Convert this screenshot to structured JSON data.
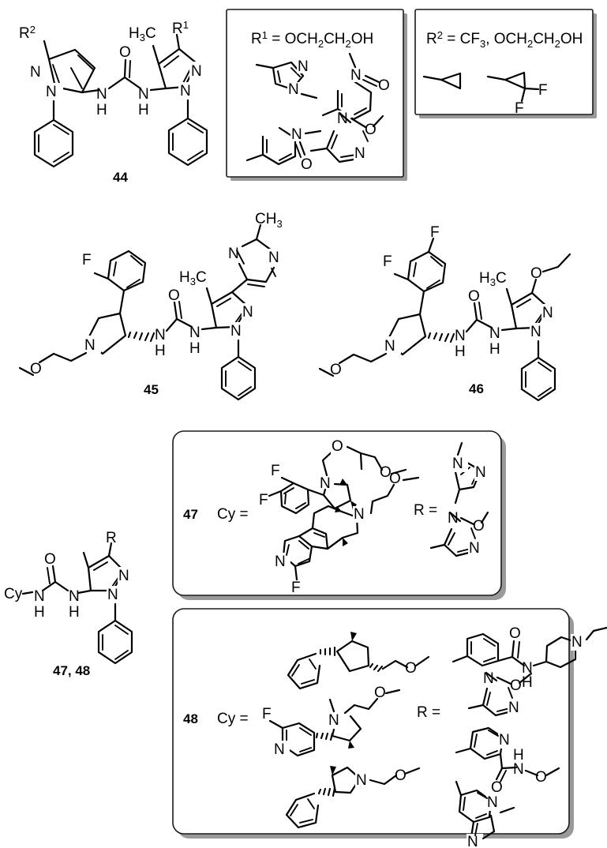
{
  "figure": {
    "type": "chemical-structure-figure",
    "compounds": [
      {
        "id": "44",
        "label": "44",
        "description": "Bis-pyrazolyl urea core with R1 and R2 substituents",
        "atom_labels": [
          "R2",
          "H3C",
          "R1",
          "N",
          "N",
          "N",
          "N",
          "O",
          "N",
          "H",
          "N",
          "H"
        ]
      },
      {
        "id": "45",
        "label": "45",
        "description": "3-fluorophenyl pyrrolidine urea with 2-methylpyrimidinyl pyrazole",
        "atom_labels": [
          "F",
          "N",
          "O",
          "CH3",
          "H3C",
          "N",
          "N",
          "N",
          "N",
          "H",
          "N",
          "H",
          "O"
        ]
      },
      {
        "id": "46",
        "label": "46",
        "description": "3,4-difluorophenyl pyrrolidine urea with 3-ethoxy pyrazole",
        "atom_labels": [
          "F",
          "F",
          "N",
          "O",
          "H3C",
          "O",
          "N",
          "N",
          "N",
          "H",
          "N",
          "H",
          "O"
        ]
      },
      {
        "id": "47_48",
        "label": "47, 48",
        "description": "Cy-urea pyrazole core with R substituent",
        "atom_labels": [
          "R",
          "O",
          "Cy",
          "N",
          "H",
          "N",
          "H",
          "N",
          "N"
        ]
      }
    ],
    "boxes": [
      {
        "id": "box-r1",
        "title_prefix": "R",
        "title_superscript": "1",
        "title_rest": " = OCH",
        "title_formula": "R¹ = OCH2CH2OH",
        "equals_text": " = OCH",
        "sub1": "2",
        "mid": "CH",
        "sub2": "2",
        "tail": "OH",
        "substituents": [
          "1-methylpyrazol-4-yl",
          "1-methyl-2-oxo-pyridin-5-yl",
          "1-methyl-2-oxo-pyridin-4-yl",
          "2-methoxypyrimidin-5-yl"
        ]
      },
      {
        "id": "box-r2",
        "title_formula": "R² = CF3, OCH2CH2OH",
        "prefix": "R",
        "superscript": "2",
        "eq": " = CF",
        "sub_cf3": "3",
        "comma": ", OCH",
        "sub1": "2",
        "mid": "CH",
        "sub2": "2",
        "tail": "OH",
        "substituents": [
          "cyclopropyl",
          "2,2-difluorocyclopropyl"
        ],
        "atom_labels": [
          "F",
          "F"
        ]
      },
      {
        "id": "box-47",
        "number": "47",
        "cy_label": "Cy =",
        "r_label": "R =",
        "cy_substituents": [
          "3,4-difluorophenyl hexahydropyrrolo-oxazine with methoxymethyl",
          "fluoro-isoquinoline-fused pyrrolidine with 2-methoxyethyl"
        ],
        "r_substituents": [
          "1-methylpyrazol-4-yl",
          "2-methoxypyrimidin-5-yl"
        ],
        "atom_labels": [
          "O",
          "N",
          "F",
          "F",
          "O",
          "N",
          "O",
          "F",
          "N",
          "N",
          "N",
          "O",
          "N"
        ]
      },
      {
        "id": "box-48",
        "number": "48",
        "cy_label": "Cy =",
        "r_label": "R =",
        "cy_substituents": [
          "3-methyl-4-phenyl-cyclopentyl methoxymethyl",
          "2-fluoropyridinyl N-methylpyrrolidine with methoxyethyl",
          "3-methyl-4-phenyl-pyrrolidine N-methoxyethyl"
        ],
        "r_substituents": [
          "4-methylbenzamide N-(1-ethylpiperidin-4-yl)",
          "2-methoxypyrimidin-5-yl",
          "N-methoxy pyridine-2-carboxamide",
          "1-methyl-pyrazolo[3,4-b]pyridin-5-yl"
        ],
        "atom_labels": [
          "O",
          "N",
          "H",
          "N",
          "N",
          "N",
          "O",
          "N",
          "H",
          "N",
          "O",
          "O",
          "N",
          "N",
          "F",
          "N",
          "O",
          "O",
          "O"
        ]
      }
    ],
    "colors": {
      "ink": "#000000",
      "background": "#ffffff",
      "box_border": "#1a1a1a",
      "box_shadow": "#9a9a9a"
    }
  }
}
